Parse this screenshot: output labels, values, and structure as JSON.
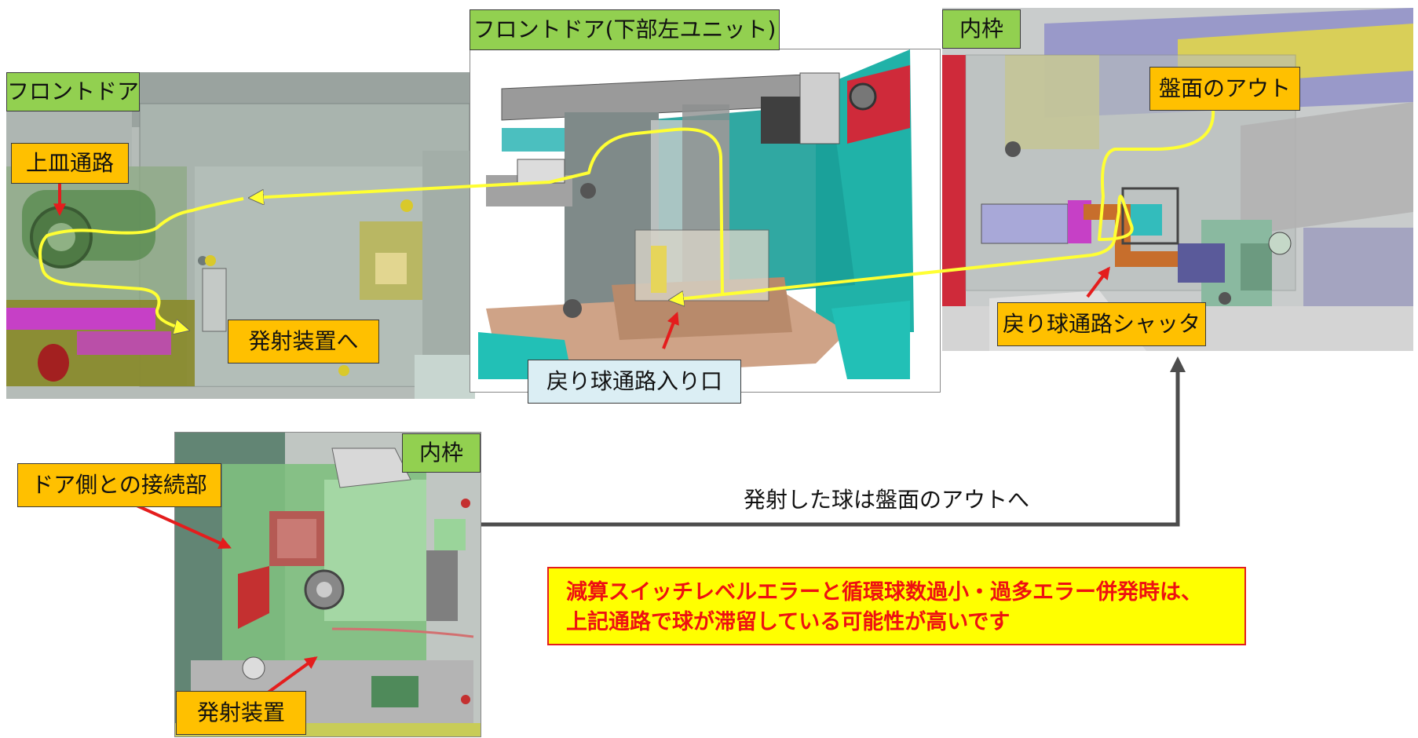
{
  "panels": {
    "front_door": {
      "title": "フロントドア"
    },
    "front_door_lower_left": {
      "title": "フロントドア(下部左ユニット)"
    },
    "inner_frame_top": {
      "title": "内枠"
    },
    "inner_frame_bottom": {
      "title": "内枠"
    }
  },
  "labels": {
    "upper_tray_path": "上皿通路",
    "to_launcher": "発射装置へ",
    "return_ball_entrance": "戻り球通路入り口",
    "board_out": "盤面のアウト",
    "return_ball_shutter": "戻り球通路シャッタ",
    "door_side_connection": "ドア側との接続部",
    "launcher": "発射装置"
  },
  "caption": "発射した球は盤面のアウトへ",
  "notice": {
    "line1": "減算スイッチレベルエラーと循環球数過小・過多エラー併発時は、",
    "line2": "上記通路で球が滞留している可能性が高いです"
  },
  "colors": {
    "flow_path": "#ffff33",
    "pointer": "#e41d1d",
    "title_tag": "#92d050",
    "label_tag": "#ffc000",
    "entrance_tag": "#dbeef4",
    "notice_bg": "#ffff00",
    "notice_text": "#ee1111",
    "connector": "#4d4d4d"
  }
}
